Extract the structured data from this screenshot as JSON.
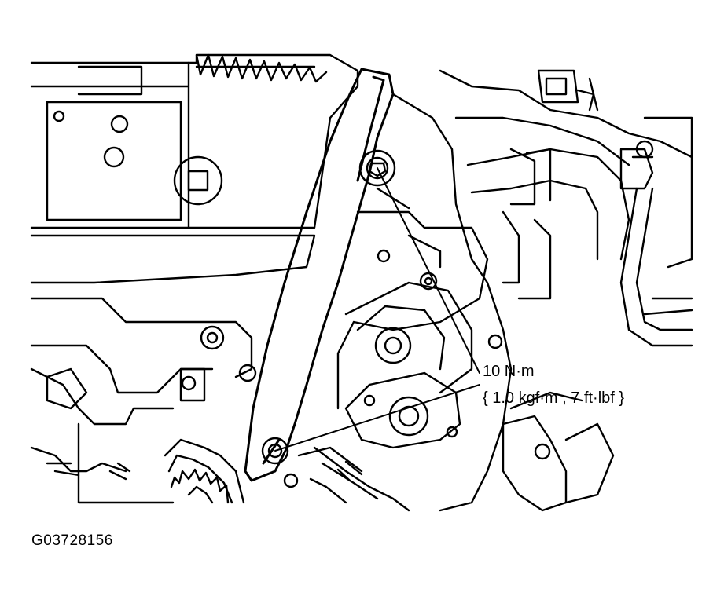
{
  "annotation": {
    "torque_line1": "10 N·m",
    "torque_line2": "{ 1.0 kgf·m , 7 ft·lbf }"
  },
  "figure_code": "G03728156",
  "colors": {
    "ink": "#000000",
    "paper": "#ffffff"
  }
}
